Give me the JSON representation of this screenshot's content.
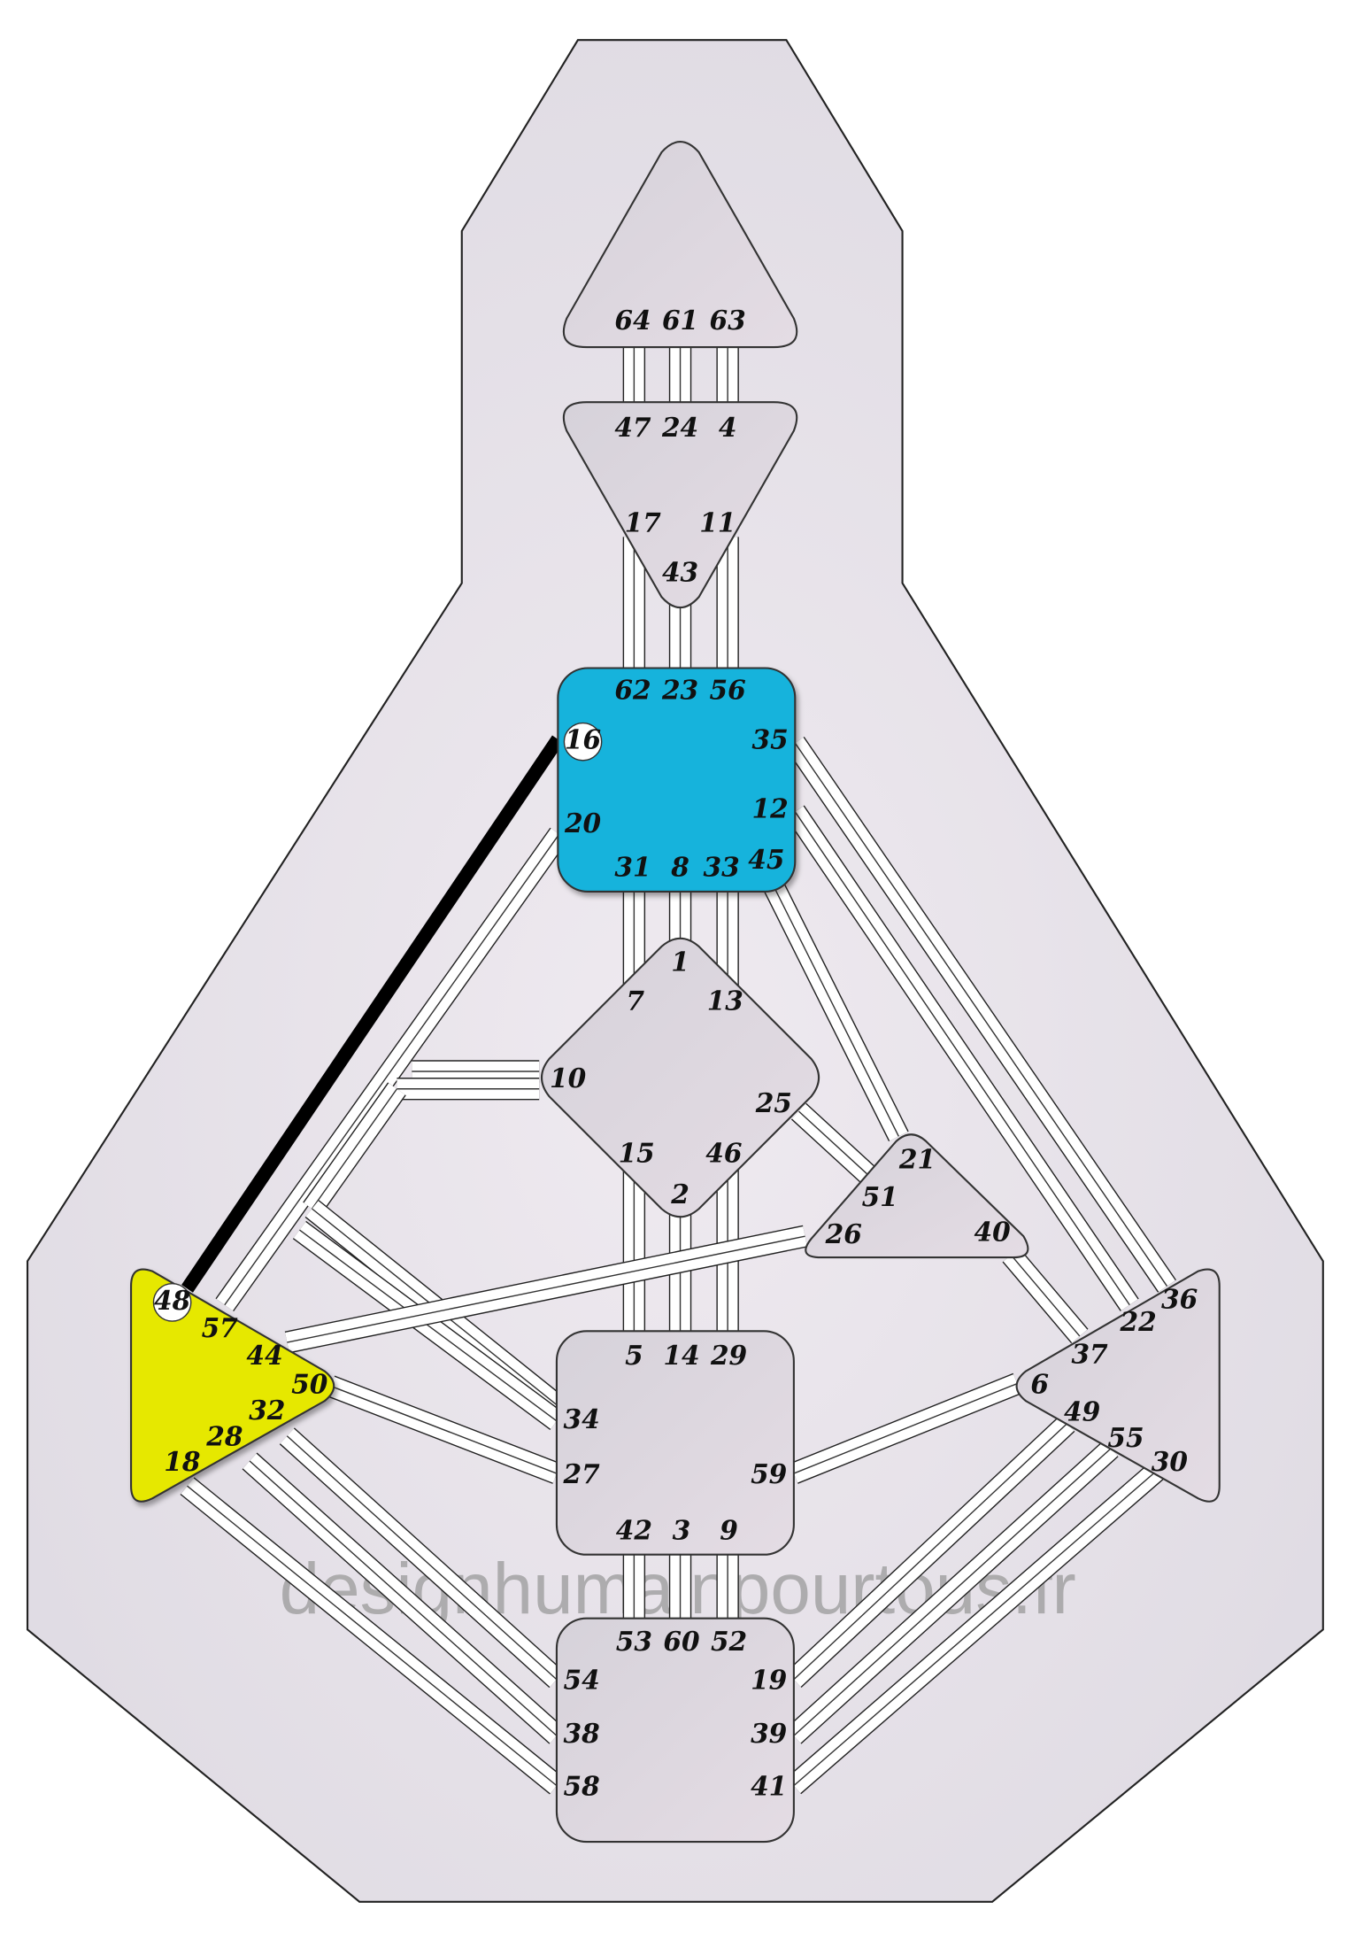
{
  "watermark": "designhumainpourtous.fr",
  "colors": {
    "throat": "#19b3dc",
    "spleen": "#e6e800",
    "undefined_center": "#dcd6dc",
    "background": "#e4e0e6",
    "defined_channel": "#000000"
  },
  "centers": {
    "head": {
      "defined": false,
      "gates": [
        "64",
        "61",
        "63"
      ]
    },
    "ajna": {
      "defined": false,
      "gates": [
        "47",
        "24",
        "4",
        "17",
        "11",
        "43"
      ]
    },
    "throat": {
      "defined": true,
      "gates": [
        "62",
        "23",
        "56",
        "16",
        "35",
        "12",
        "20",
        "31",
        "8",
        "33",
        "45"
      ]
    },
    "g": {
      "defined": false,
      "gates": [
        "1",
        "7",
        "13",
        "10",
        "25",
        "15",
        "46",
        "2"
      ]
    },
    "ego": {
      "defined": false,
      "gates": [
        "21",
        "51",
        "26",
        "40"
      ]
    },
    "sacral": {
      "defined": false,
      "gates": [
        "5",
        "14",
        "29",
        "34",
        "27",
        "59",
        "42",
        "3",
        "9"
      ]
    },
    "root": {
      "defined": false,
      "gates": [
        "53",
        "60",
        "52",
        "54",
        "19",
        "38",
        "39",
        "58",
        "41"
      ]
    },
    "spleen": {
      "defined": true,
      "gates": [
        "48",
        "57",
        "44",
        "50",
        "32",
        "28",
        "18"
      ]
    },
    "solar_plexus": {
      "defined": false,
      "gates": [
        "36",
        "22",
        "37",
        "6",
        "49",
        "55",
        "30"
      ]
    }
  },
  "active_gates": [
    "16",
    "48"
  ],
  "defined_channels": [
    "16-48"
  ]
}
